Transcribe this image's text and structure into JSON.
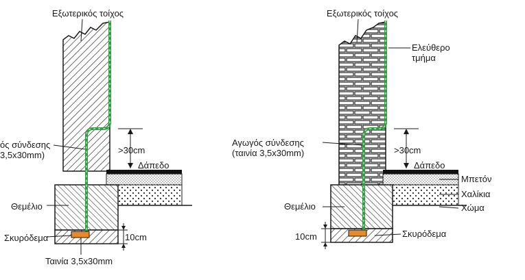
{
  "left": {
    "exterior_wall": "Εξωτερικός τοίχος",
    "conductor_l1": "ός σύνδεσης",
    "conductor_l2": "3,5x30mm)",
    "height": ">30cm",
    "floor": "Δάπεδο",
    "foundation": "Θεμέλιο",
    "concrete_base": "Σκυρόδεμα",
    "depth": "10cm",
    "strip": "Ταινία 3,5x30mm"
  },
  "right": {
    "exterior_wall": "Εξωτερικός τοίχος",
    "free_part_l1": "Ελεύθερο",
    "free_part_l2": "τμήμα",
    "conductor_l1": "Αγωγός σύνδεσης",
    "conductor_l2": "(ταινία 3,5x30mm)",
    "height": ">30cm",
    "floor": "Δάπεδο",
    "concrete": "Μπετόν",
    "gravel": "Χαλίκια",
    "soil": "Χώμα",
    "foundation": "Θεμέλιο",
    "depth": "10cm",
    "concrete_base": "Σκυρόδεμα"
  },
  "colors": {
    "conductor": "#2e9e3e",
    "strip": "#e8892a",
    "line": "#1a1a1a"
  }
}
